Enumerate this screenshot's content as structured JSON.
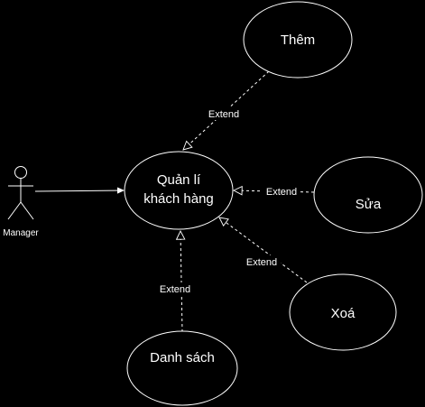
{
  "diagram": {
    "type": "use-case",
    "actor": {
      "label": "Manager"
    },
    "central_use_case": {
      "line1": "Quản lí",
      "line2": "khách hàng"
    },
    "extensions": [
      {
        "label": "Thêm",
        "relation": "Extend"
      },
      {
        "label": "Sửa",
        "relation": "Extend"
      },
      {
        "label": "Xoá",
        "relation": "Extend"
      },
      {
        "label": "Danh sách",
        "relation": "Extend"
      }
    ]
  },
  "colors": {
    "background": "#000000",
    "stroke": "#ffffff",
    "fill": "#000000",
    "text": "#ffffff"
  }
}
